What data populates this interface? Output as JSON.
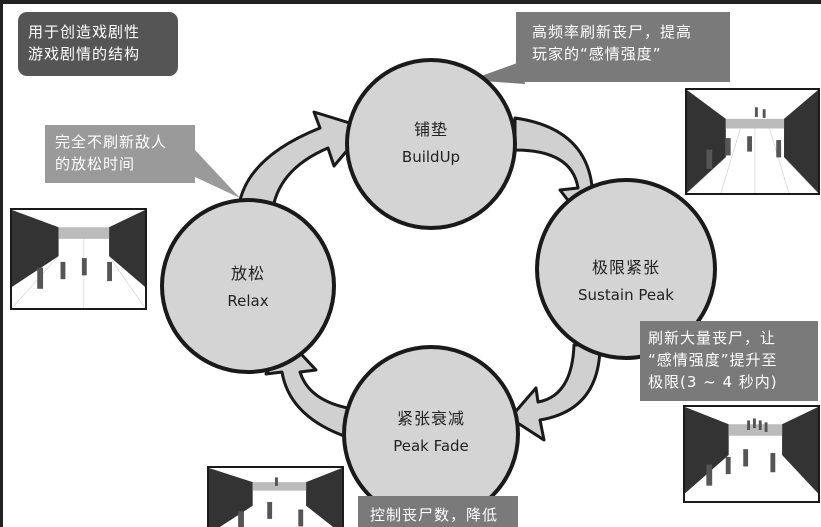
{
  "title": "用于创造戏剧性\n游戏剧情的结构",
  "nodes": {
    "buildup": {
      "zh": "铺垫",
      "en": "BuildUp"
    },
    "peak": {
      "zh": "极限紧张",
      "en": "Sustain Peak"
    },
    "fade": {
      "zh": "紧张衰减",
      "en": "Peak Fade"
    },
    "relax": {
      "zh": "放松",
      "en": "Relax"
    }
  },
  "callouts": {
    "buildup": "高频率刷新丧尸，提高\n玩家的“感情强度”",
    "relax": "完全不刷新敌人\n的放松时间",
    "peak": "刷新大量丧尸，让\n“感情强度”提升至\n极限(3 ~ 4 秒内)",
    "fade": "控制丧尸数，降低"
  },
  "colors": {
    "node_fill": "#d4d4d4",
    "arrow_fill": "#d0d0d0",
    "outline": "#1a1a1a",
    "title_bg": "#555555",
    "callout_bg": "#7a7a7a"
  }
}
